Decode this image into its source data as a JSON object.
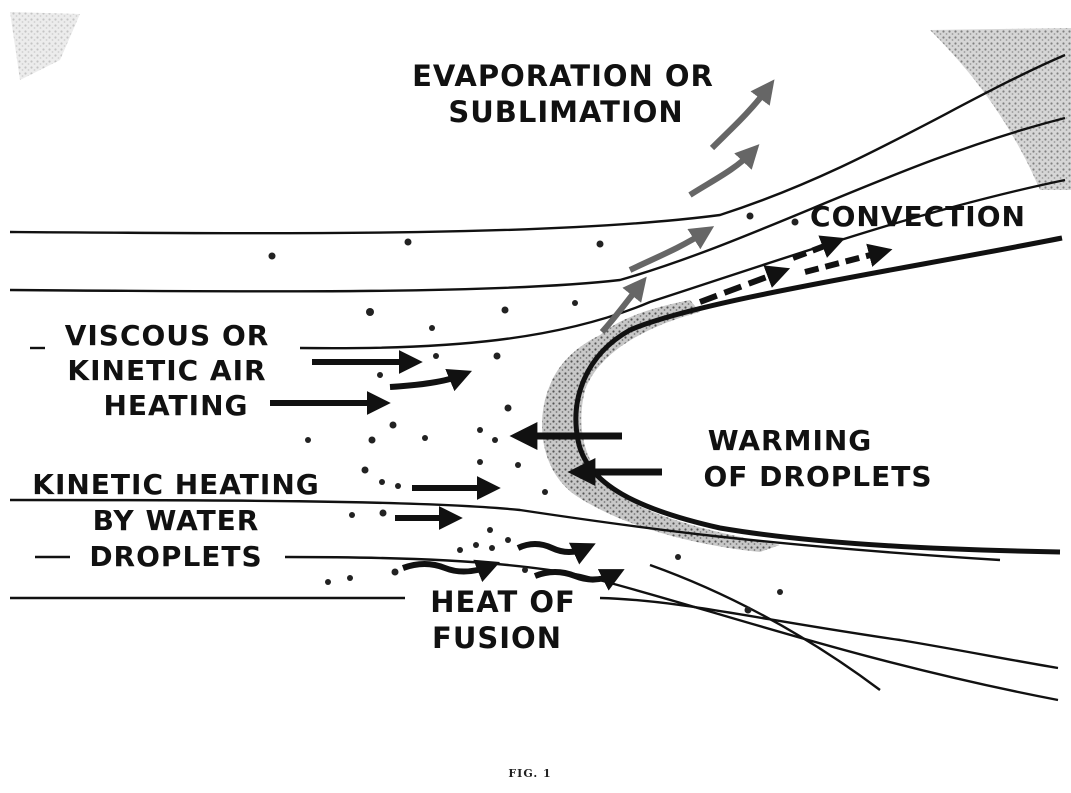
{
  "labels": {
    "evaporation_line1": "EVAPORATION OR",
    "evaporation_line2": "SUBLIMATION",
    "convection": "CONVECTION",
    "viscous_line1": "VISCOUS OR",
    "viscous_line2": "KINETIC AIR",
    "viscous_line3": "HEATING",
    "warming_line1": "WARMING",
    "warming_line2": "OF DROPLETS",
    "kinetic_line1": "KINETIC HEATING",
    "kinetic_line2": "BY WATER",
    "kinetic_line3": "DROPLETS",
    "fusion_line1": "HEAT OF",
    "fusion_line2": "FUSION"
  },
  "caption": "FIG. 1",
  "colors": {
    "ink": "#111111",
    "shade": "#9a9a9a",
    "paper": "#ffffff"
  }
}
